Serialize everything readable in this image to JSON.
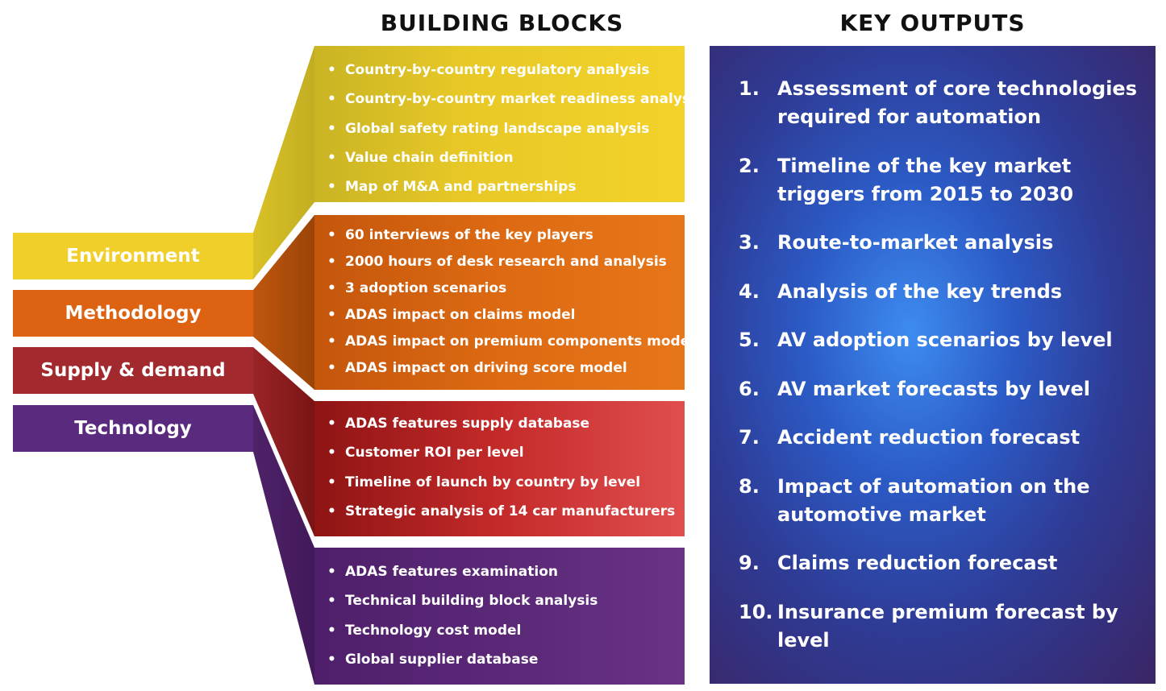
{
  "headings": {
    "building_blocks": "BUILDING BLOCKS",
    "key_outputs": "KEY OUTPUTS"
  },
  "categories": [
    {
      "label": "Environment",
      "color": "#f0cf2a"
    },
    {
      "label": "Methodology",
      "color": "#dd6312"
    },
    {
      "label": "Supply & demand",
      "color": "#a22a2e"
    },
    {
      "label": "Technology",
      "color": "#5a2a7e"
    }
  ],
  "blocks": {
    "environment": [
      "Country-by-country regulatory analysis",
      "Country-by-country market readiness analysis",
      "Global safety rating landscape analysis",
      "Value chain definition",
      "Map of M&A and partnerships"
    ],
    "methodology": [
      "60 interviews of the key players",
      "2000 hours of desk research and analysis",
      "3 adoption scenarios",
      "ADAS impact on claims model",
      "ADAS impact on premium components model",
      "ADAS impact on driving score model"
    ],
    "supply_demand": [
      "ADAS features supply database",
      "Customer ROI per level",
      "Timeline of launch by country by level",
      "Strategic analysis of 14 car manufacturers"
    ],
    "technology": [
      "ADAS features examination",
      "Technical building block analysis",
      "Technology cost model",
      "Global supplier database"
    ]
  },
  "key_outputs": [
    {
      "num": "1.",
      "text": "Assessment of core technologies required for automation"
    },
    {
      "num": "2.",
      "text": "Timeline of the key market triggers from 2015 to 2030"
    },
    {
      "num": "3.",
      "text": "Route-to-market analysis"
    },
    {
      "num": "4.",
      "text": "Analysis of the key trends"
    },
    {
      "num": "5.",
      "text": "AV adoption scenarios by level"
    },
    {
      "num": "6.",
      "text": "AV market forecasts by level"
    },
    {
      "num": "7.",
      "text": "Accident reduction forecast"
    },
    {
      "num": "8.",
      "text": "Impact of automation on the automotive market"
    },
    {
      "num": "9.",
      "text": "Claims reduction forecast"
    },
    {
      "num": "10.",
      "text": "Insurance premium forecast by level"
    }
  ]
}
